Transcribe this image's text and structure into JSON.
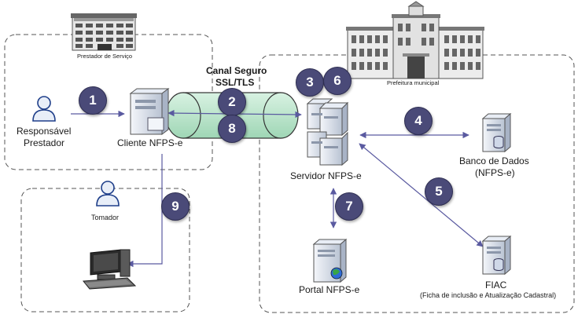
{
  "labels": {
    "prestador_servico": "Prestador de Serviço",
    "prefeitura": "Prefeitura municipal",
    "canal_line1": "Canal Seguro",
    "canal_line2": "SSL/TLS",
    "responsavel_line1": "Responsável",
    "responsavel_line2": "Prestador",
    "cliente": "Cliente NFPS-e",
    "servidor": "Servidor NFPS-e",
    "banco_line1": "Banco de Dados",
    "banco_line2": "(NFPS-e)",
    "tomador": "Tomador",
    "portal": "Portal NFPS-e",
    "fiac_line1": "FIAC",
    "fiac_line2": "(Ficha de inclusão e Atualização Cadastral)"
  },
  "steps": {
    "s1": "1",
    "s2": "2",
    "s3": "3",
    "s4": "4",
    "s5": "5",
    "s6": "6",
    "s7": "7",
    "s8": "8",
    "s9": "9"
  },
  "colors": {
    "step_circle": "#4a4a78",
    "tunnel": "#bfe6cf",
    "arrow": "#5a5aa0",
    "dashed_border": "#555555",
    "server": "#dfe6f0"
  }
}
